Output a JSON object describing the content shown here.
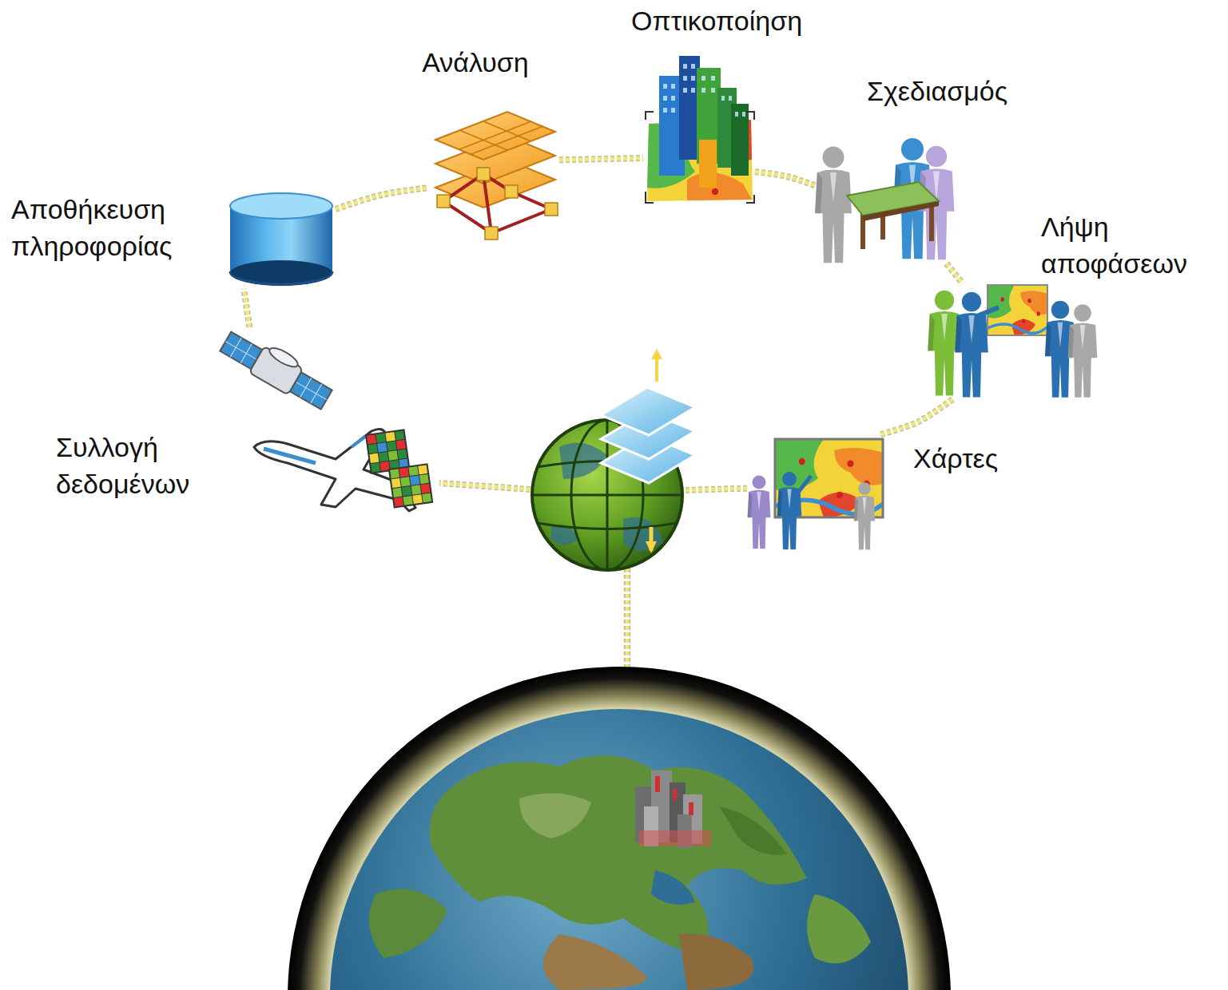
{
  "diagram": {
    "nodes": [
      {
        "text": [
          "Οπτικοποίηση"
        ]
      },
      {
        "text": [
          "Ανάλυση"
        ]
      },
      {
        "text": [
          "Σχεδιασμός"
        ]
      },
      {
        "text": [
          "Αποθήκευση πληροφορίας"
        ]
      },
      {
        "text": [
          "Λήψη αποφάσεων"
        ]
      },
      {
        "text": [
          "Συλλογή δεδομένων"
        ]
      },
      {
        "text": [
          "Χάρτες"
        ]
      }
    ],
    "edges": [
      {
        "from": 5,
        "to": 3,
        "arrow": "none"
      },
      {
        "from": 3,
        "to": 1,
        "arrow": "none"
      },
      {
        "from": 1,
        "to": 0,
        "arrow": "none"
      },
      {
        "from": 0,
        "to": 2,
        "arrow": "none"
      },
      {
        "from": 2,
        "to": 4,
        "arrow": "none"
      },
      {
        "from": 4,
        "to": 6,
        "arrow": "none"
      },
      {
        "from": 6,
        "to": 5,
        "arrow": "none"
      }
    ]
  }
}
